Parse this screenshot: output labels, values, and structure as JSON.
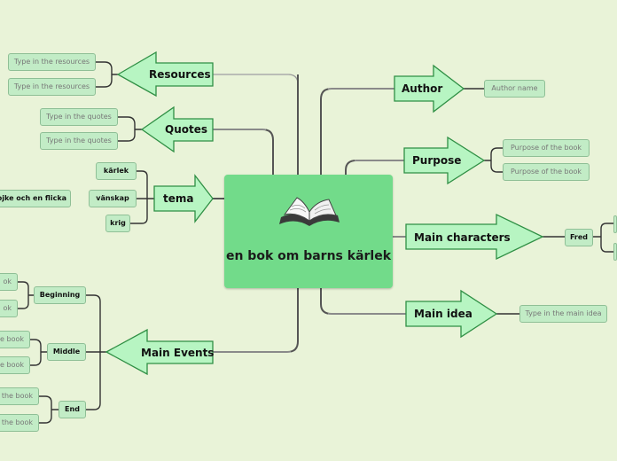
{
  "root": {
    "title": "en bok om barns kärlek",
    "icon": "book-icon"
  },
  "branches": {
    "resources": {
      "label": "Resources",
      "children": [
        "Type in the resources",
        "Type in the resources"
      ]
    },
    "quotes": {
      "label": "Quotes",
      "children": [
        "Type in the quotes",
        "Type in the quotes"
      ]
    },
    "tema": {
      "label": "tema",
      "children": [
        "kärlek",
        "vänskap",
        "krig"
      ],
      "vanskap_child": "pojke och en flicka"
    },
    "main_events": {
      "label": "Main Events",
      "groups": [
        {
          "label": "Beginning",
          "children": [
            "ok",
            "ok"
          ]
        },
        {
          "label": "Middle",
          "children": [
            "e book",
            "e book"
          ]
        },
        {
          "label": "End",
          "children": [
            "the book",
            "the book"
          ]
        }
      ]
    },
    "author": {
      "label": "Author",
      "children": [
        "Author name"
      ]
    },
    "purpose": {
      "label": "Purpose",
      "children": [
        "Purpose of the book",
        "Purpose of the book"
      ]
    },
    "main_characters": {
      "label": "Main characters",
      "children": [
        "Fred"
      ]
    },
    "main_idea": {
      "label": "Main idea",
      "children": [
        "Type in the main idea"
      ]
    }
  },
  "colors": {
    "background": "#e9f3d8",
    "root": "#72db8a",
    "arrow_fill": "#b7f5c2",
    "arrow_stroke": "#2f8f44",
    "chip_fill": "#c2ecc6",
    "chip_stroke": "#8fbf96",
    "connector_main": "#555555",
    "connector_light": "#aaaaaa"
  }
}
